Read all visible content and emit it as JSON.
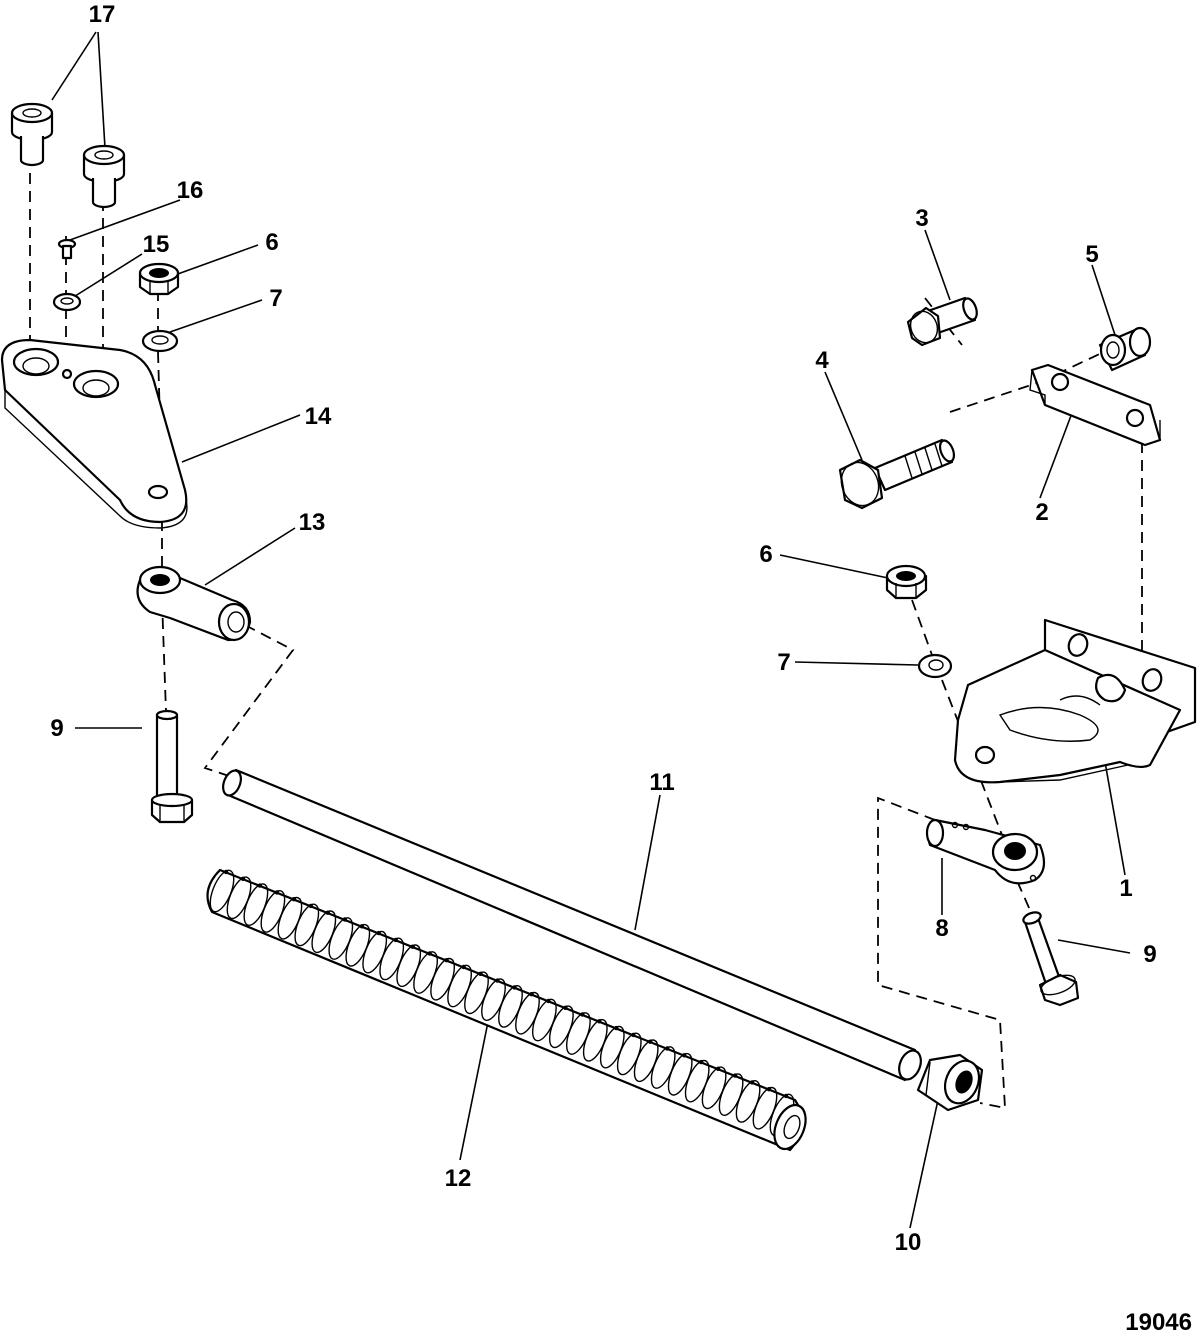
{
  "callouts": {
    "c17": "17",
    "c16": "16",
    "c15": "15",
    "c6a": "6",
    "c7a": "7",
    "c14": "14",
    "c13": "13",
    "c9a": "9",
    "c3": "3",
    "c5": "5",
    "c4": "4",
    "c2": "2",
    "c6b": "6",
    "c7b": "7",
    "c1": "1",
    "c8": "8",
    "c9b": "9",
    "c11": "11",
    "c12": "12",
    "c10": "10"
  },
  "figure_id": "19046"
}
